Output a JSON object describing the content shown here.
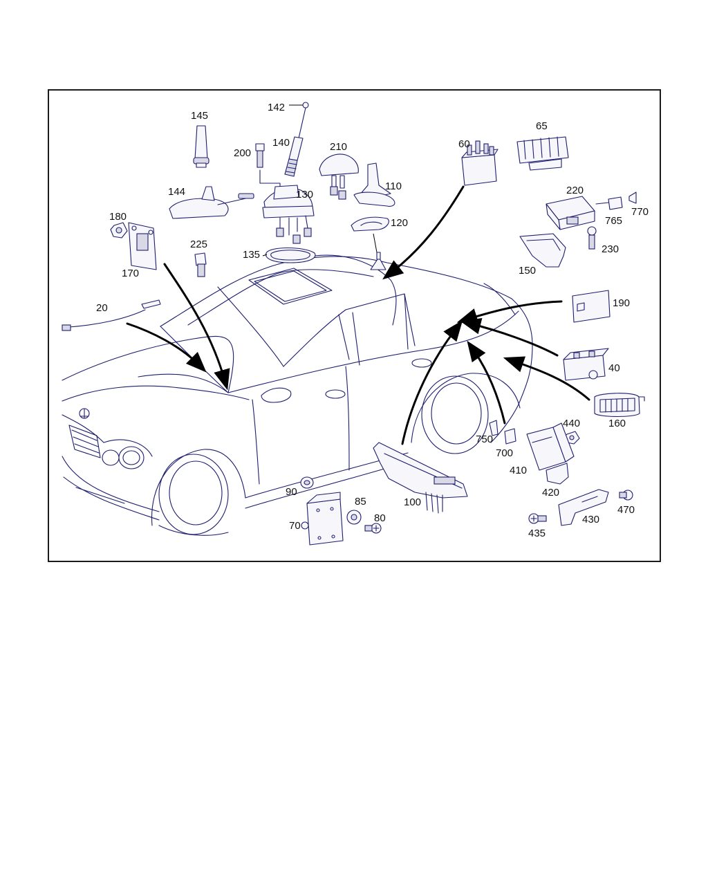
{
  "diagram": {
    "labels": [
      "145",
      "142",
      "140",
      "200",
      "210",
      "60",
      "65",
      "144",
      "130",
      "110",
      "220",
      "770",
      "765",
      "180",
      "225",
      "120",
      "230",
      "135",
      "150",
      "170",
      "190",
      "20",
      "40",
      "160",
      "440",
      "750",
      "700",
      "410",
      "90",
      "85",
      "100",
      "420",
      "470",
      "70",
      "80",
      "430",
      "435"
    ],
    "colors": {
      "line": "#1c1c6e",
      "arrow": "#000000",
      "frame": "#1a1a1a"
    }
  }
}
